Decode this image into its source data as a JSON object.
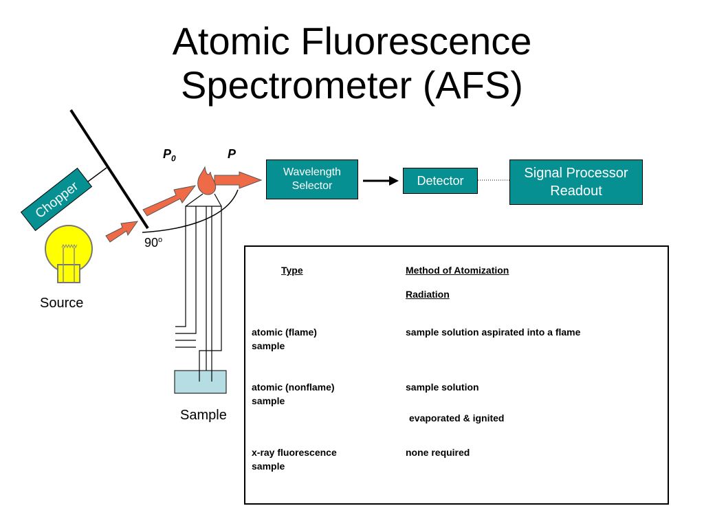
{
  "title": {
    "line1": "Atomic Fluorescence",
    "line2": "Spectrometer (AFS)"
  },
  "diagram": {
    "p0_label": "P",
    "p0_sub": "0",
    "p_label": "P",
    "angle_value": "90",
    "angle_unit": "o",
    "source_label": "Source",
    "sample_label": "Sample",
    "chopper_label": "Chopper",
    "wavelength_selector": {
      "line1": "Wavelength",
      "line2": "Selector"
    },
    "detector": "Detector",
    "signal_processor": {
      "line1": "Signal Processor",
      "line2": "Readout"
    },
    "colors": {
      "box_fill": "#079092",
      "arrow_fill": "#ef6a47",
      "sample_fill": "#b6dde3",
      "bulb_fill": "#ffff00"
    }
  },
  "table": {
    "headers": {
      "type": "Type",
      "method": "Method of Atomization",
      "radiation": "Radiation"
    },
    "rows": [
      {
        "type_line1": "atomic (flame)",
        "type_line2": "sample",
        "method_line1": "sample solution aspirated into a flame",
        "method_line2": ""
      },
      {
        "type_line1": "atomic (nonflame)",
        "type_line2": "sample",
        "method_line1": "sample solution",
        "method_line2": "evaporated & ignited"
      },
      {
        "type_line1": "x-ray fluorescence",
        "type_line2": "sample",
        "method_line1": "none required",
        "method_line2": ""
      }
    ]
  }
}
